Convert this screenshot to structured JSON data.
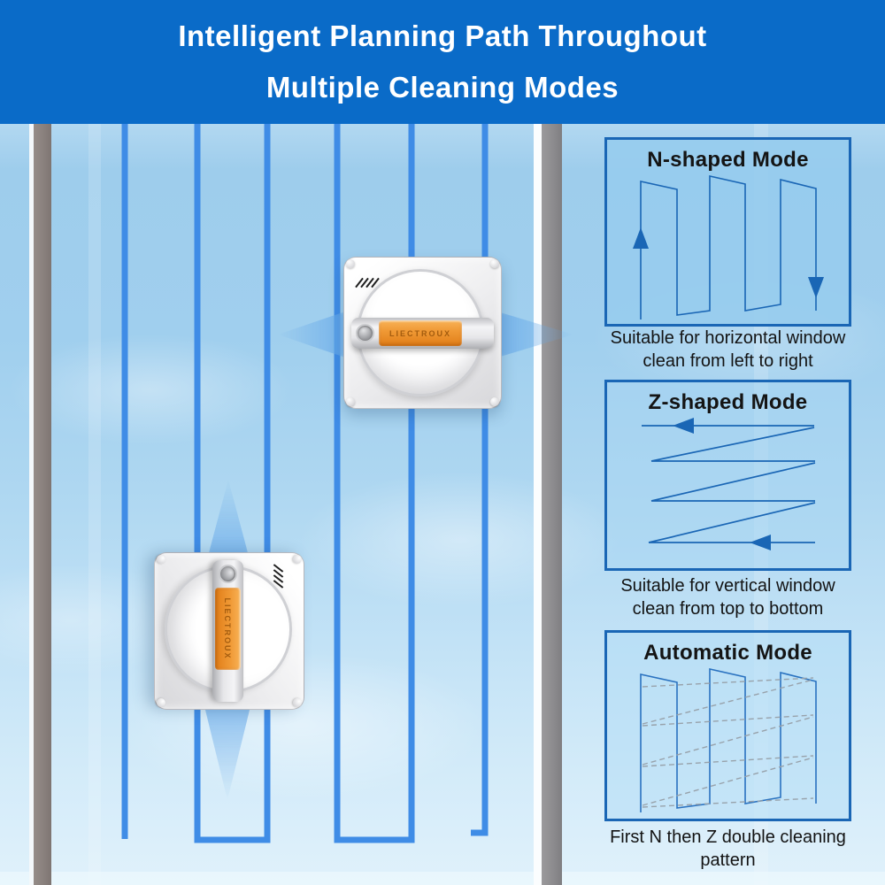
{
  "header": {
    "line1": "Intelligent Planning Path Throughout",
    "line2": "Multiple Cleaning Modes"
  },
  "robot": {
    "brand": "LIECTROUX"
  },
  "modes": [
    {
      "title": "N-shaped Mode",
      "caption_line1": "Suitable for horizontal window",
      "caption_line2": "clean from left to right"
    },
    {
      "title": "Z-shaped Mode",
      "caption_line1": "Suitable for vertical window",
      "caption_line2": "clean from top to bottom"
    },
    {
      "title": "Automatic Mode",
      "caption_line1": "First N then Z double cleaning",
      "caption_line2": "pattern"
    }
  ],
  "colors": {
    "header_bg": "#0a6bc8",
    "header_text": "#ffffff",
    "path_blue": "#3f8ce6",
    "diagram_stroke": "#1a66b5",
    "card_border": "#1a66b5",
    "frame_gray": "#8b8380",
    "brand_orange": "#ef8f2d",
    "dashed_gray": "#98a2ab",
    "caption_text": "#131313"
  }
}
